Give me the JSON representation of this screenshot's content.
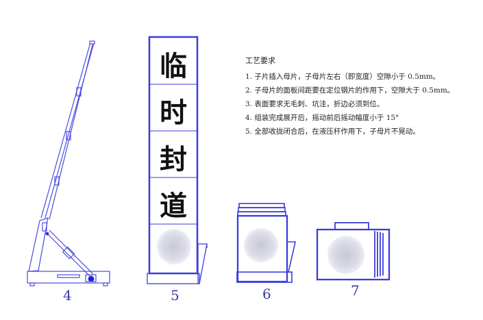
{
  "requirements": {
    "title": "工艺要求",
    "items": [
      "1. 子片插入母片，子母片左右（即宽度）空隙小于 0.5mm。",
      "2. 子母片的面板间距要在定位钢片的作用下，空隙大于 0.5mm。",
      "3. 表面要求无毛刺、坑洼，折边必须到位。",
      "4. 组装完成展开后，摇动前后摇动幅度小于 15°",
      "5. 全部收拢闭合后，在液压杆作用下，子母片不晃动。"
    ]
  },
  "figures": {
    "fig4": {
      "label": "4",
      "view": "side view, tilted unfolded sign with hydraulic strut"
    },
    "fig5": {
      "label": "5",
      "sign_text": [
        "临",
        "时",
        "封",
        "道"
      ]
    },
    "fig6": {
      "label": "6",
      "view": "folded, stacked panels"
    },
    "fig7": {
      "label": "7",
      "view": "folded, lying with handle on top"
    }
  },
  "colors": {
    "line": "#3b3bdc",
    "text": "#111111",
    "label": "#3a3aa8"
  }
}
